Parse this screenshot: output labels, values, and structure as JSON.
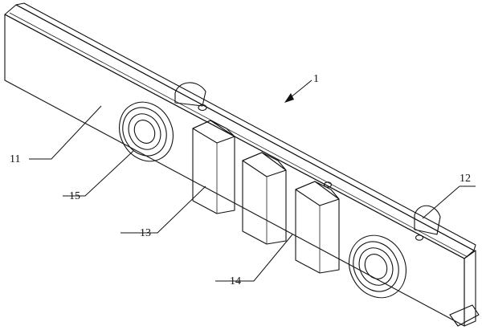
{
  "figure": {
    "labels": {
      "assembly": "1",
      "plate": "11",
      "end_part": "12",
      "block_left": "13",
      "block_right": "14",
      "bearing": "15"
    }
  }
}
